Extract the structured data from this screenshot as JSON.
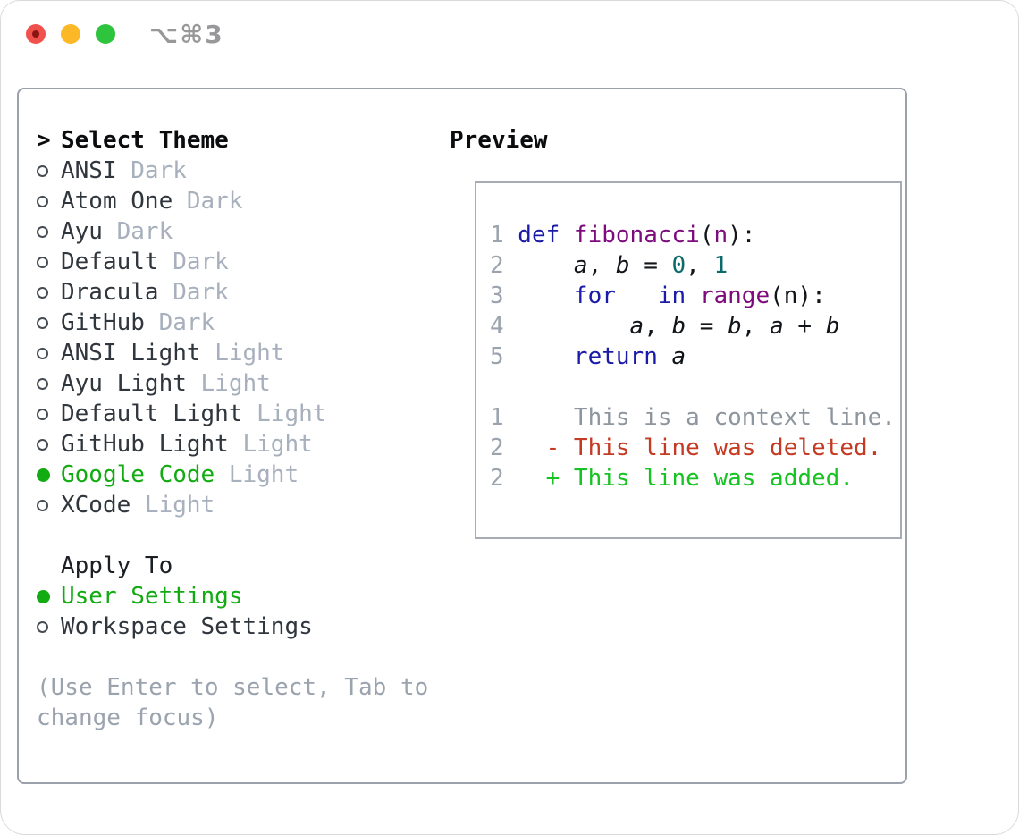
{
  "titlebar": {
    "title": "⌥⌘3",
    "traffic_lights": [
      {
        "name": "close",
        "color": "#f1514d",
        "has_unsaved_dot": true,
        "dot_color": "#8c1411"
      },
      {
        "name": "minimize",
        "color": "#fcb827"
      },
      {
        "name": "zoom",
        "color": "#2fc43e"
      }
    ]
  },
  "theme_selector": {
    "prompt": ">",
    "heading": "Select Theme",
    "items": [
      {
        "label": "ANSI",
        "variant": "Dark",
        "selected": false
      },
      {
        "label": "Atom One",
        "variant": "Dark",
        "selected": false
      },
      {
        "label": "Ayu",
        "variant": "Dark",
        "selected": false
      },
      {
        "label": "Default",
        "variant": "Dark",
        "selected": false
      },
      {
        "label": "Dracula",
        "variant": "Dark",
        "selected": false
      },
      {
        "label": "GitHub",
        "variant": "Dark",
        "selected": false
      },
      {
        "label": "ANSI Light",
        "variant": "Light",
        "selected": false
      },
      {
        "label": "Ayu Light",
        "variant": "Light",
        "selected": false
      },
      {
        "label": "Default Light",
        "variant": "Light",
        "selected": false
      },
      {
        "label": "GitHub Light",
        "variant": "Light",
        "selected": false
      },
      {
        "label": "Google Code",
        "variant": "Light",
        "selected": true
      },
      {
        "label": "XCode",
        "variant": "Light",
        "selected": false
      }
    ]
  },
  "apply_to": {
    "heading": "Apply To",
    "items": [
      {
        "label": "User Settings",
        "selected": true
      },
      {
        "label": "Workspace Settings",
        "selected": false
      }
    ]
  },
  "hint": "(Use Enter to select, Tab to change focus)",
  "preview": {
    "heading": "Preview",
    "lines": [
      {
        "num": "1",
        "tokens": [
          [
            "def",
            "kw"
          ],
          [
            " ",
            "pl"
          ],
          [
            "fibonacci",
            "fn"
          ],
          [
            "(",
            "pl"
          ],
          [
            "n",
            "fn"
          ],
          [
            "):",
            "pl"
          ]
        ]
      },
      {
        "num": "2",
        "tokens": [
          [
            "    ",
            "pl"
          ],
          [
            "a",
            "var"
          ],
          [
            ", ",
            "pl"
          ],
          [
            "b",
            "var"
          ],
          [
            " = ",
            "pl"
          ],
          [
            "0",
            "num"
          ],
          [
            ", ",
            "pl"
          ],
          [
            "1",
            "num"
          ]
        ]
      },
      {
        "num": "3",
        "tokens": [
          [
            "    ",
            "pl"
          ],
          [
            "for",
            "kw"
          ],
          [
            " _ ",
            "pl"
          ],
          [
            "in",
            "kw"
          ],
          [
            " ",
            "pl"
          ],
          [
            "range",
            "fn"
          ],
          [
            "(n):",
            "pl"
          ]
        ]
      },
      {
        "num": "4",
        "tokens": [
          [
            "        ",
            "pl"
          ],
          [
            "a",
            "var"
          ],
          [
            ", ",
            "pl"
          ],
          [
            "b",
            "var"
          ],
          [
            " = ",
            "pl"
          ],
          [
            "b",
            "var"
          ],
          [
            ", ",
            "pl"
          ],
          [
            "a",
            "var"
          ],
          [
            " + ",
            "pl"
          ],
          [
            "b",
            "var"
          ]
        ]
      },
      {
        "num": "5",
        "tokens": [
          [
            "    ",
            "pl"
          ],
          [
            "return",
            "kw"
          ],
          [
            " ",
            "pl"
          ],
          [
            "a",
            "var"
          ]
        ]
      },
      {
        "num": "",
        "tokens": []
      },
      {
        "num": "1",
        "tokens": [
          [
            "    This is a context line.",
            "ctx"
          ]
        ]
      },
      {
        "num": "2",
        "tokens": [
          [
            "  - This line was deleted.",
            "del"
          ]
        ]
      },
      {
        "num": "2",
        "tokens": [
          [
            "  + This line was added.",
            "add"
          ]
        ]
      }
    ]
  },
  "colors": {
    "selection_green": "#12ab12",
    "added_green": "#17c322",
    "deleted_red": "#c43a22",
    "keyword_blue": "#1b1ba8",
    "function_purple": "#7d0b7d",
    "literal_teal": "#0b6b6b",
    "line_number_gray": "#9aa3ae",
    "context_gray": "#8d959e",
    "variant_gray": "#a7b0bc",
    "label_dark": "#30363d",
    "panel_border": "#9aa1aa",
    "code_box_border": "#a6acb4",
    "titlebar_text": "#98989a"
  }
}
